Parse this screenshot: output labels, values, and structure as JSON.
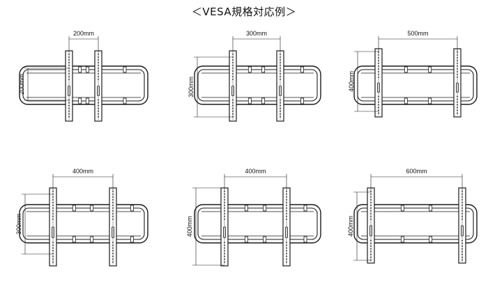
{
  "title": "＜VESA規格対応例＞",
  "examples": [
    {
      "h": "200mm",
      "v": "200mm"
    },
    {
      "h": "300mm",
      "v": "300mm"
    },
    {
      "h": "500mm",
      "v": "400mm"
    },
    {
      "h": "400mm",
      "v": "300mm"
    },
    {
      "h": "400mm",
      "v": "400mm"
    },
    {
      "h": "600mm",
      "v": "400mm"
    }
  ]
}
